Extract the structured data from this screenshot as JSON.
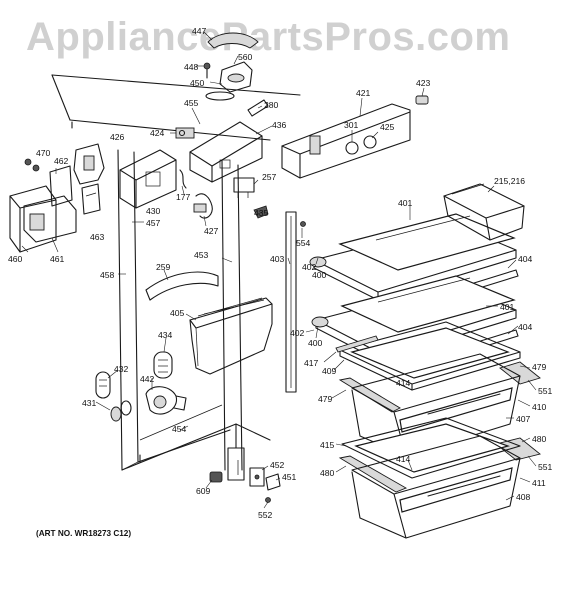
{
  "watermark": "AppliancePartsPros.com",
  "art_number": "(ART NO. WR18273 C12)",
  "callouts": [
    {
      "id": "447",
      "text": "447"
    },
    {
      "id": "448",
      "text": "448"
    },
    {
      "id": "560",
      "text": "560"
    },
    {
      "id": "450",
      "text": "450"
    },
    {
      "id": "455",
      "text": "455"
    },
    {
      "id": "280",
      "text": "280"
    },
    {
      "id": "421",
      "text": "421"
    },
    {
      "id": "423",
      "text": "423"
    },
    {
      "id": "424",
      "text": "424"
    },
    {
      "id": "436",
      "text": "436"
    },
    {
      "id": "301",
      "text": "301"
    },
    {
      "id": "425",
      "text": "425"
    },
    {
      "id": "426",
      "text": "426"
    },
    {
      "id": "470",
      "text": "470"
    },
    {
      "id": "462",
      "text": "462"
    },
    {
      "id": "257",
      "text": "257"
    },
    {
      "id": "215216",
      "text": "215,216"
    },
    {
      "id": "177",
      "text": "177"
    },
    {
      "id": "430",
      "text": "430"
    },
    {
      "id": "435",
      "text": "435"
    },
    {
      "id": "401a",
      "text": "401"
    },
    {
      "id": "463",
      "text": "463"
    },
    {
      "id": "427",
      "text": "427"
    },
    {
      "id": "457",
      "text": "457"
    },
    {
      "id": "554",
      "text": "554"
    },
    {
      "id": "460",
      "text": "460"
    },
    {
      "id": "461",
      "text": "461"
    },
    {
      "id": "453",
      "text": "453"
    },
    {
      "id": "403",
      "text": "403"
    },
    {
      "id": "402a",
      "text": "402"
    },
    {
      "id": "404a",
      "text": "404"
    },
    {
      "id": "400a",
      "text": "400"
    },
    {
      "id": "458",
      "text": "458"
    },
    {
      "id": "259",
      "text": "259"
    },
    {
      "id": "401b",
      "text": "401"
    },
    {
      "id": "405",
      "text": "405"
    },
    {
      "id": "404b",
      "text": "404"
    },
    {
      "id": "434",
      "text": "434"
    },
    {
      "id": "402b",
      "text": "402"
    },
    {
      "id": "400b",
      "text": "400"
    },
    {
      "id": "417",
      "text": "417"
    },
    {
      "id": "479a",
      "text": "479"
    },
    {
      "id": "432",
      "text": "432"
    },
    {
      "id": "409",
      "text": "409"
    },
    {
      "id": "442",
      "text": "442"
    },
    {
      "id": "414a",
      "text": "414"
    },
    {
      "id": "551a",
      "text": "551"
    },
    {
      "id": "431",
      "text": "431"
    },
    {
      "id": "479b",
      "text": "479"
    },
    {
      "id": "410",
      "text": "410"
    },
    {
      "id": "407",
      "text": "407"
    },
    {
      "id": "454",
      "text": "454"
    },
    {
      "id": "415",
      "text": "415"
    },
    {
      "id": "480a",
      "text": "480"
    },
    {
      "id": "414b",
      "text": "414"
    },
    {
      "id": "452",
      "text": "452"
    },
    {
      "id": "551b",
      "text": "551"
    },
    {
      "id": "480b",
      "text": "480"
    },
    {
      "id": "451",
      "text": "451"
    },
    {
      "id": "411",
      "text": "411"
    },
    {
      "id": "609",
      "text": "609"
    },
    {
      "id": "408",
      "text": "408"
    },
    {
      "id": "552",
      "text": "552"
    }
  ]
}
